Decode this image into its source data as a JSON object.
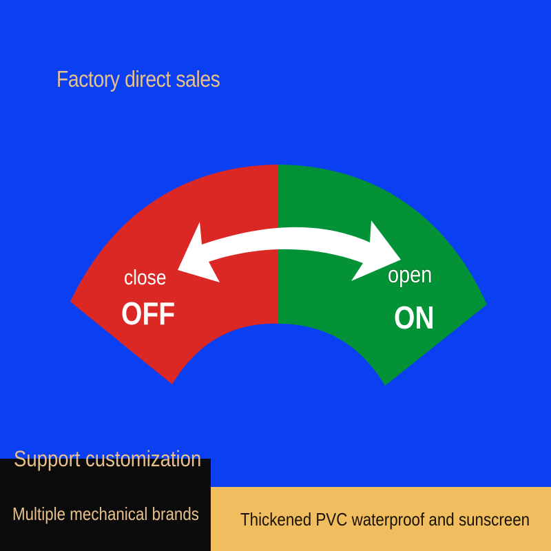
{
  "headline": "Factory direct sales",
  "dial": {
    "left_label": "close",
    "left_state": "OFF",
    "right_label": "open",
    "right_state": "ON",
    "arrow_icon": "double-headed-curved-arrow-icon"
  },
  "features": {
    "support": "Support customization",
    "brands": "Multiple mechanical brands",
    "material": "Thickened PVC waterproof and sunscreen"
  },
  "colors": {
    "background": "#0a3ff2",
    "off_segment": "#dc2824",
    "on_segment": "#049237",
    "accent_text": "#e8c08c",
    "gold_band": "#f0be5e",
    "black_block": "#0b0b0b",
    "band_text": "#1a1208"
  }
}
